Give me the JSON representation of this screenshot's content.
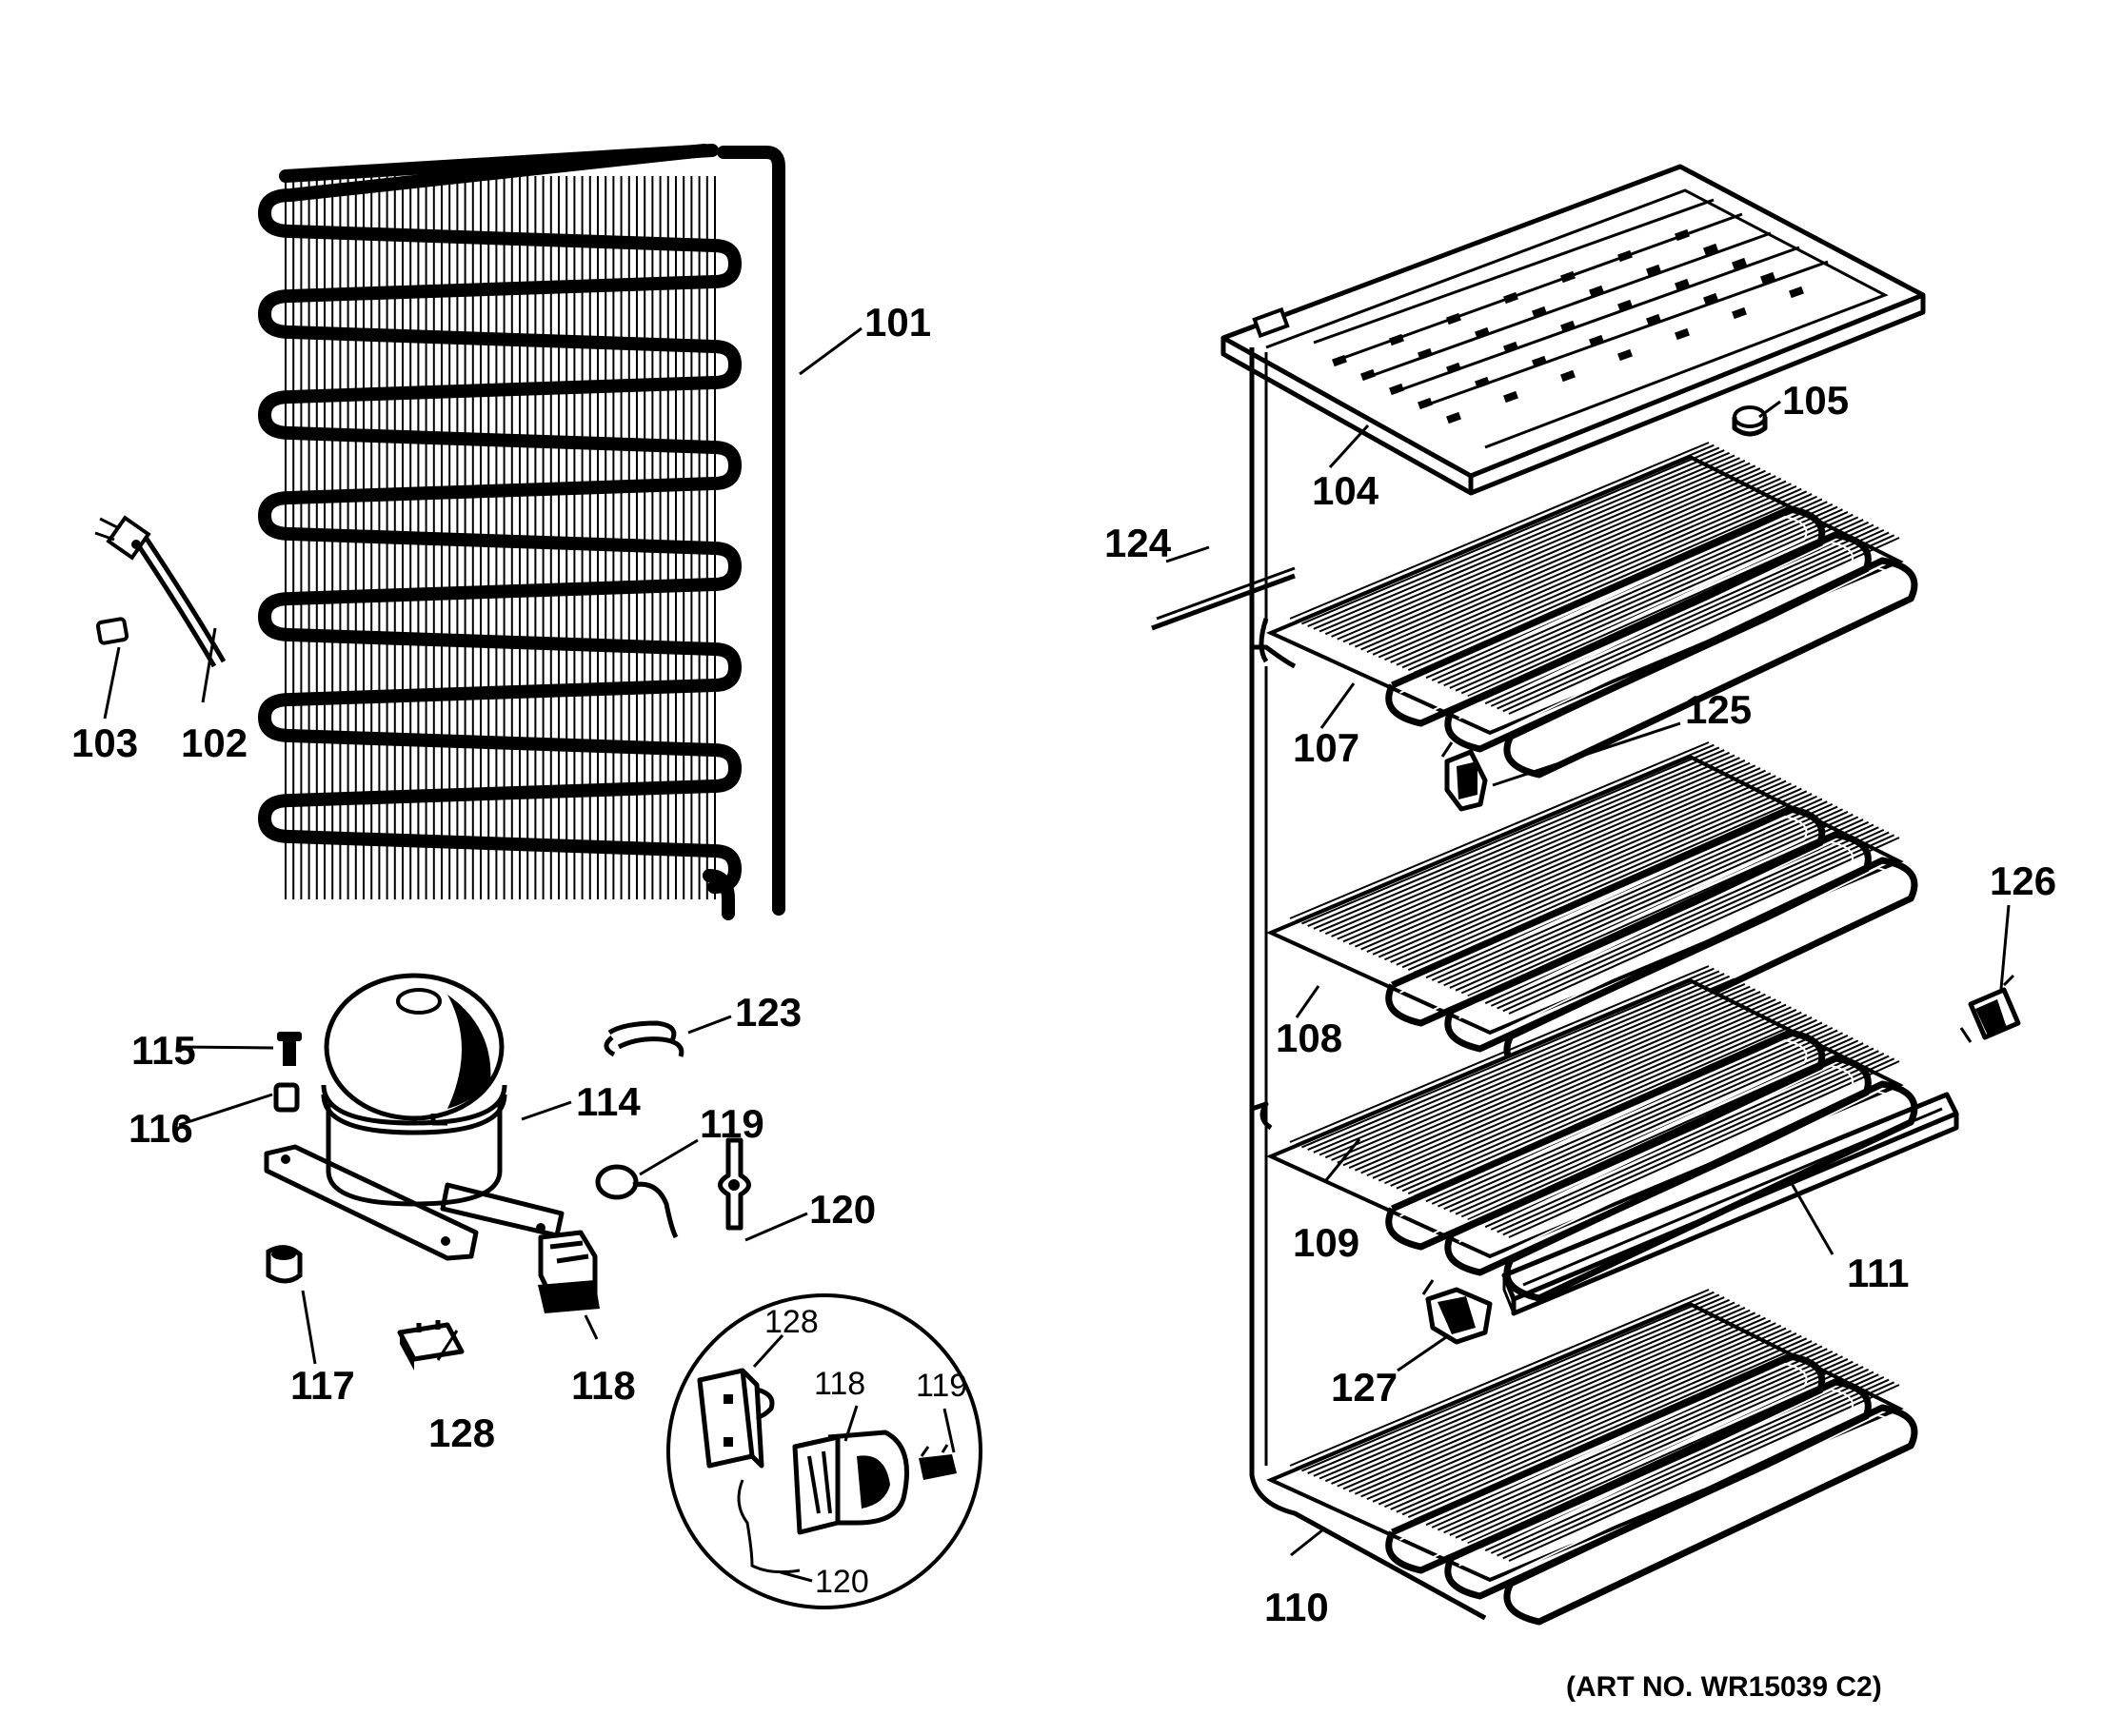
{
  "diagram": {
    "art_number": "(ART NO. WR15039 C2)",
    "callouts": [
      {
        "id": "c101",
        "text": "101"
      },
      {
        "id": "c102",
        "text": "102"
      },
      {
        "id": "c103",
        "text": "103"
      },
      {
        "id": "c104",
        "text": "104"
      },
      {
        "id": "c105",
        "text": "105"
      },
      {
        "id": "c107",
        "text": "107"
      },
      {
        "id": "c108",
        "text": "108"
      },
      {
        "id": "c109",
        "text": "109"
      },
      {
        "id": "c110",
        "text": "110"
      },
      {
        "id": "c111",
        "text": "111"
      },
      {
        "id": "c114",
        "text": "114"
      },
      {
        "id": "c115",
        "text": "115"
      },
      {
        "id": "c116",
        "text": "116"
      },
      {
        "id": "c117",
        "text": "117"
      },
      {
        "id": "c118",
        "text": "118"
      },
      {
        "id": "c119",
        "text": "119"
      },
      {
        "id": "c120",
        "text": "120"
      },
      {
        "id": "c123",
        "text": "123"
      },
      {
        "id": "c124",
        "text": "124"
      },
      {
        "id": "c125",
        "text": "125"
      },
      {
        "id": "c126",
        "text": "126"
      },
      {
        "id": "c127",
        "text": "127"
      },
      {
        "id": "c128",
        "text": "128"
      }
    ],
    "inset_callouts": [
      {
        "id": "i128",
        "text": "128"
      },
      {
        "id": "i118",
        "text": "118"
      },
      {
        "id": "i119",
        "text": "119"
      },
      {
        "id": "i120",
        "text": "120"
      }
    ]
  }
}
